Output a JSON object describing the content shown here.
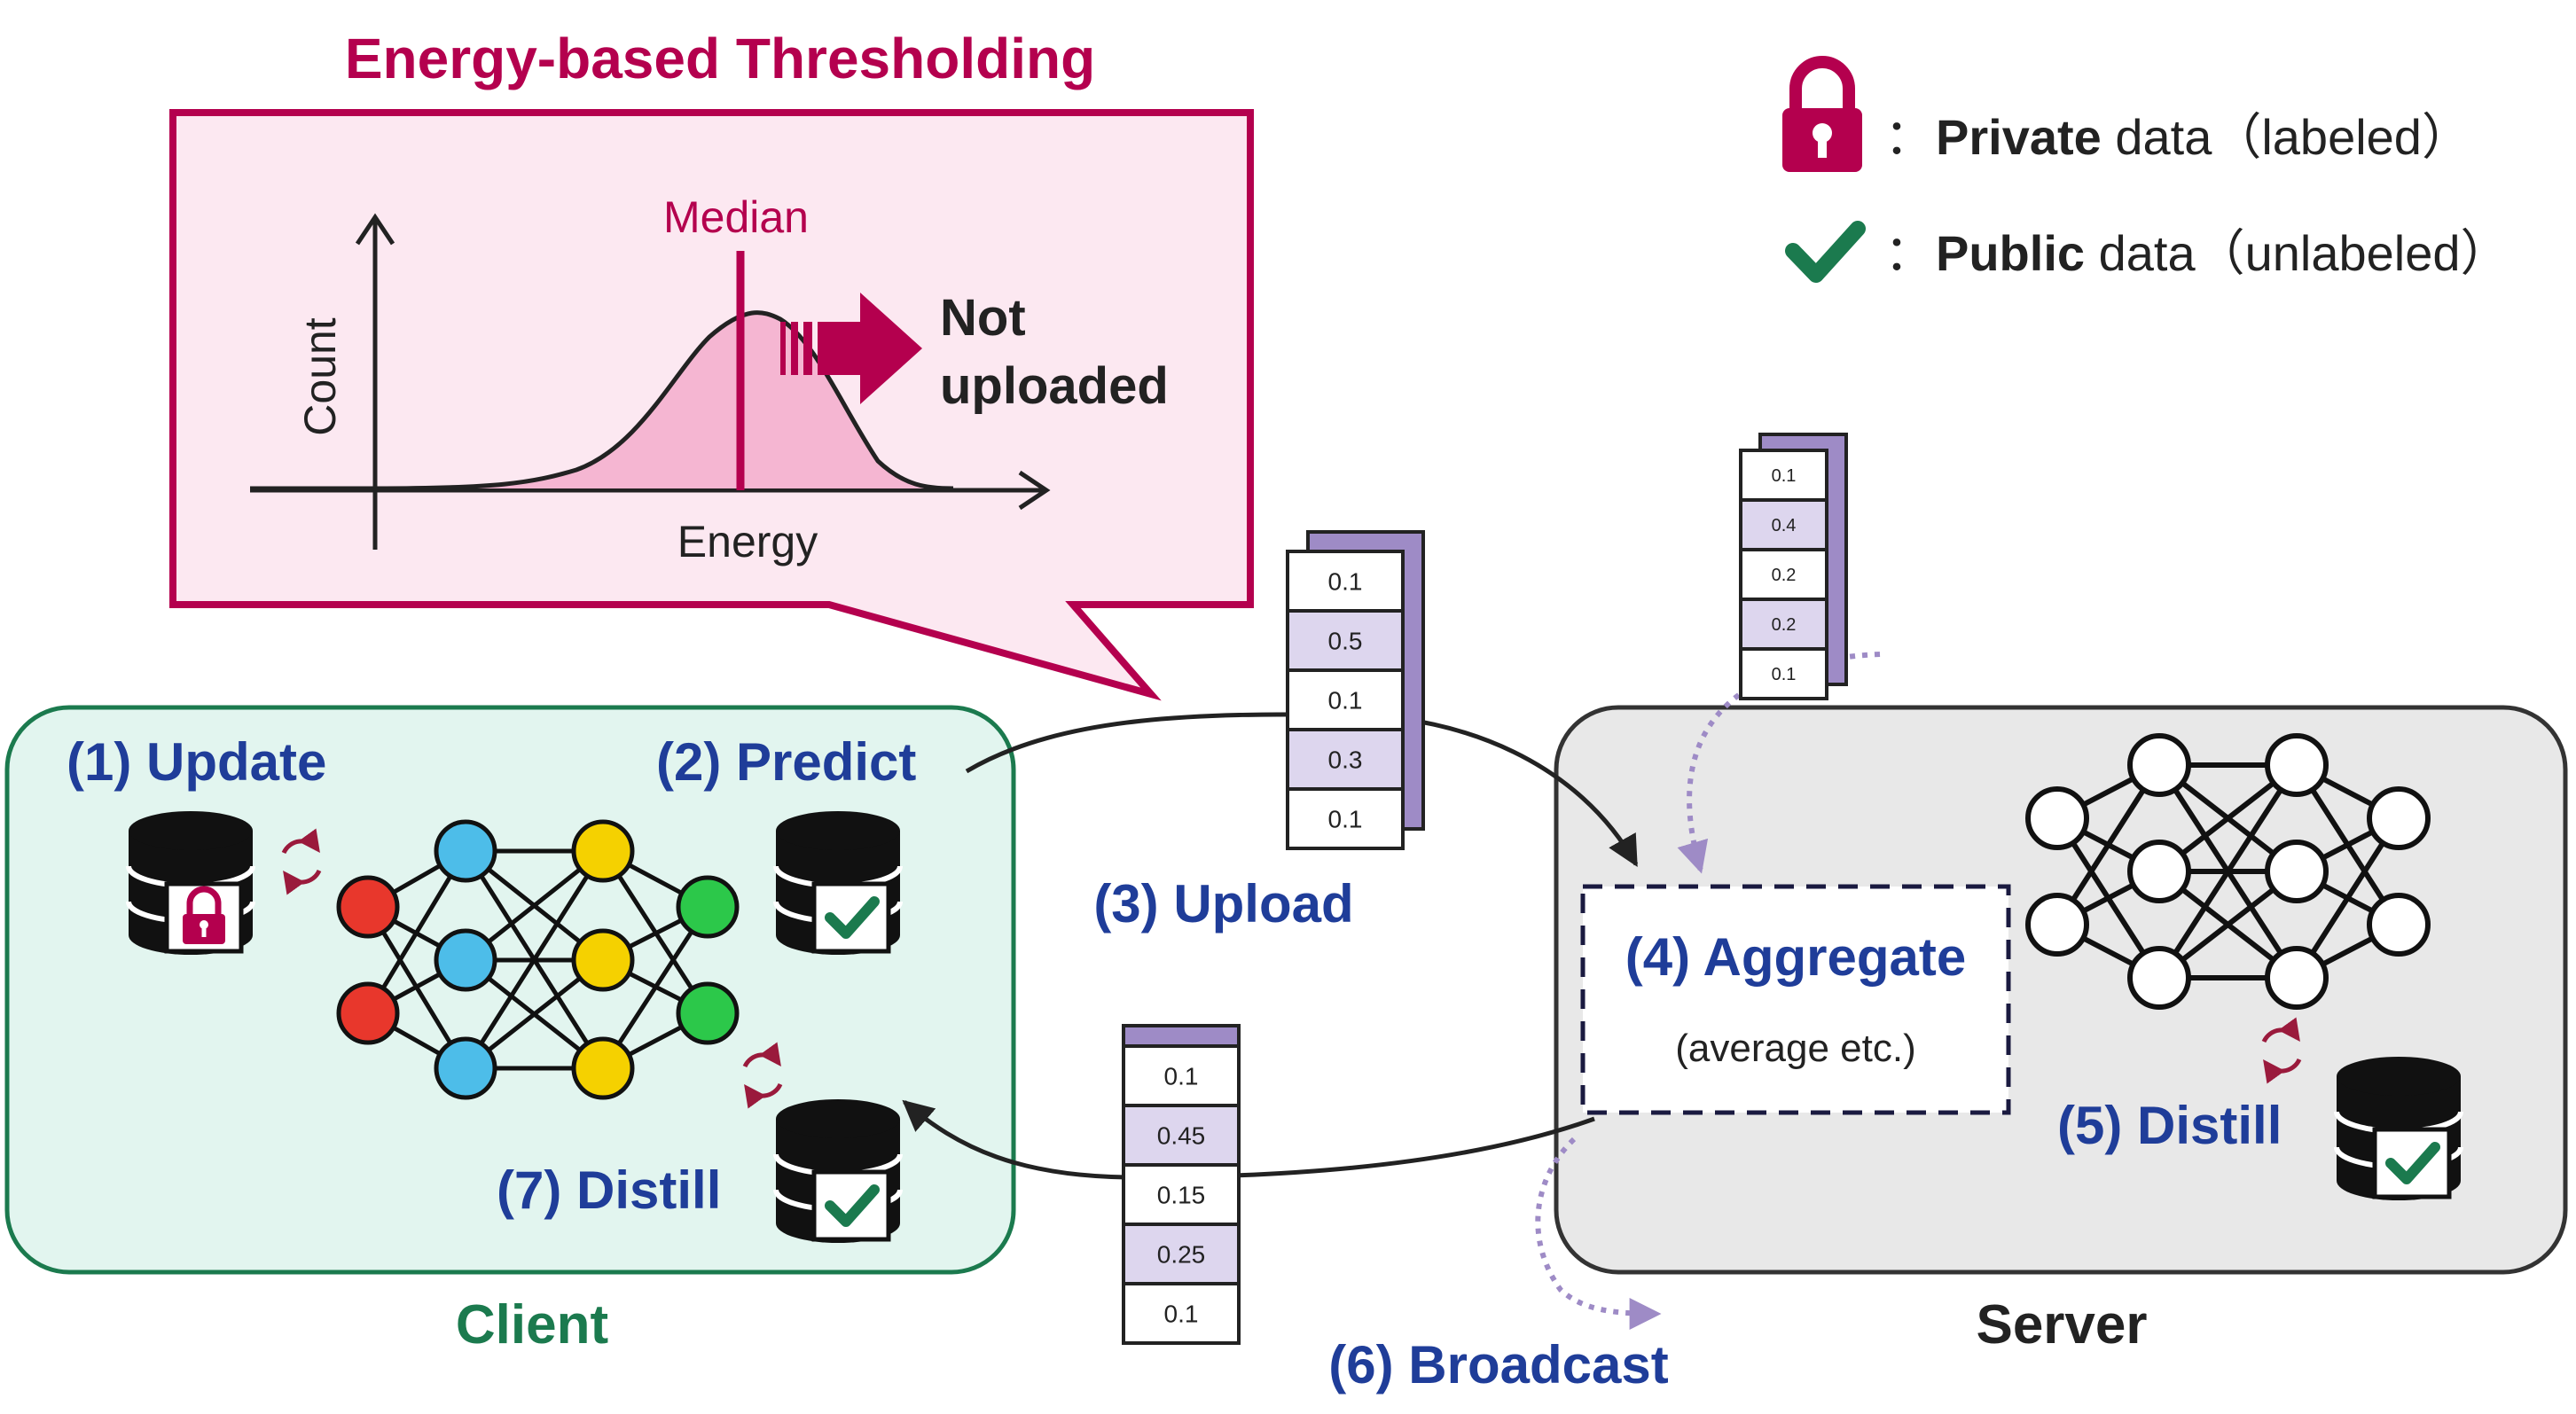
{
  "title": "Energy-based Thresholding",
  "histogram": {
    "ylabel": "Count",
    "xlabel": "Energy",
    "median_label": "Median",
    "not_uploaded_line1": "Not",
    "not_uploaded_line2": "uploaded"
  },
  "legend": {
    "private_bold": "Private",
    "private_rest": " data（labeled）",
    "public_bold": "Public",
    "public_rest": " data（unlabeled）",
    "separator": "："
  },
  "client": {
    "label": "Client",
    "update": "(1) Update",
    "predict": "(2) Predict",
    "distill": "(7) Distill"
  },
  "server": {
    "label": "Server",
    "aggregate": "(4) Aggregate",
    "aggregate_sub": "(average etc.)",
    "distill": "(5) Distill"
  },
  "upload_label": "(3) Upload",
  "broadcast_label": "(6) Broadcast",
  "upload_vector": [
    "0.1",
    "0.5",
    "0.1",
    "0.3",
    "0.1"
  ],
  "server_vector": [
    "0.1",
    "0.4",
    "0.2",
    "0.2",
    "0.1"
  ],
  "broadcast_vector": [
    "0.1",
    "0.45",
    "0.15",
    "0.25",
    "0.1"
  ],
  "colors": {
    "crimson": "#b4004e",
    "blue": "#1f3d99",
    "green": "#1b7a4e",
    "client_bg": "#e2f5ef",
    "server_bg": "#e8e8e8",
    "pink_fill": "#fce8f1",
    "purple": "#9e8bc6",
    "lavender": "#ddd6ee",
    "neuron_red": "#e8372c",
    "neuron_blue": "#4dbde9",
    "neuron_yellow": "#f5d100",
    "neuron_green": "#2cc84a"
  }
}
